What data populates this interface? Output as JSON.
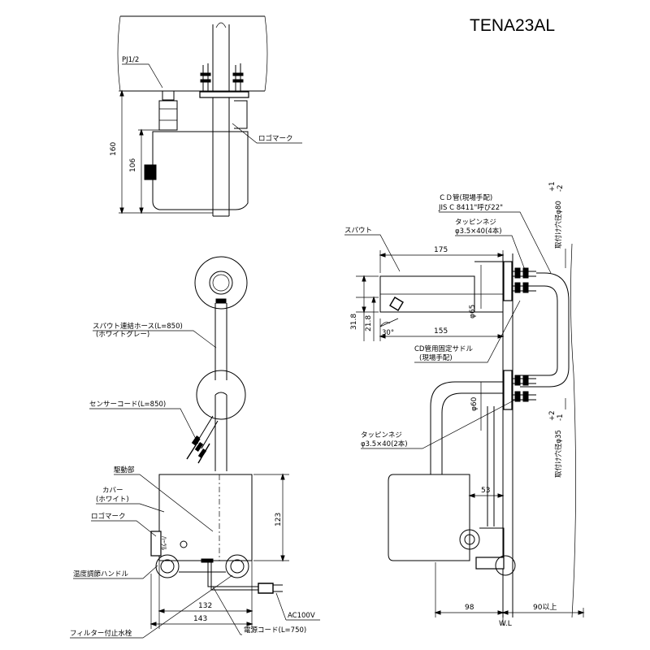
{
  "model": "TENA23AL",
  "labels": {
    "pj": "PJ1/2",
    "logo_top": "ロゴマーク",
    "spout_hose_1": "スパウト連結ホース(L=850)",
    "spout_hose_2": "(ホワイトグレー)",
    "sensor_cord": "センサーコード(L=850)",
    "drive": "駆動部",
    "cover_1": "カバー",
    "cover_2": "(ホワイト)",
    "logo_front": "ロゴマーク",
    "temp_handle": "温度調節ハンドル",
    "filter_valve": "フィルター付止水栓",
    "power_cord": "電源コード(L=750)",
    "ac": "AC100V",
    "cd_pipe_1": "ＣＤ管(現場手配)",
    "cd_pipe_2": "JIS C 8411\"呼び22\"",
    "tap_screw_top_1": "タッピンネジ",
    "tap_screw_top_2": "φ3.5×40(4本)",
    "spout": "スパウト",
    "hole_top": "取付け穴径φ80",
    "hole_top_tol_upper": "+1",
    "hole_top_tol_lower": "-2",
    "cd_saddle_1": "CD管用固定サドル",
    "cd_saddle_2": "(現場手配)",
    "tap_screw_bottom_1": "タッピンネジ",
    "tap_screw_bottom_2": "φ3.5×40(2本)",
    "hole_bottom": "取付け穴径φ35",
    "hole_bottom_tol_upper": "+2",
    "hole_bottom_tol_lower": "-1",
    "wl": "W.L"
  },
  "dims": {
    "d160": "160",
    "d106": "106",
    "d123": "123",
    "d132": "132",
    "d143": "143",
    "d175": "175",
    "d155": "155",
    "d31_8": "31.8",
    "d21_8": "21.8",
    "d30": "30°",
    "d65": "φ65",
    "d60": "φ60",
    "d53": "53",
    "d98": "98",
    "d90": "90以上"
  }
}
